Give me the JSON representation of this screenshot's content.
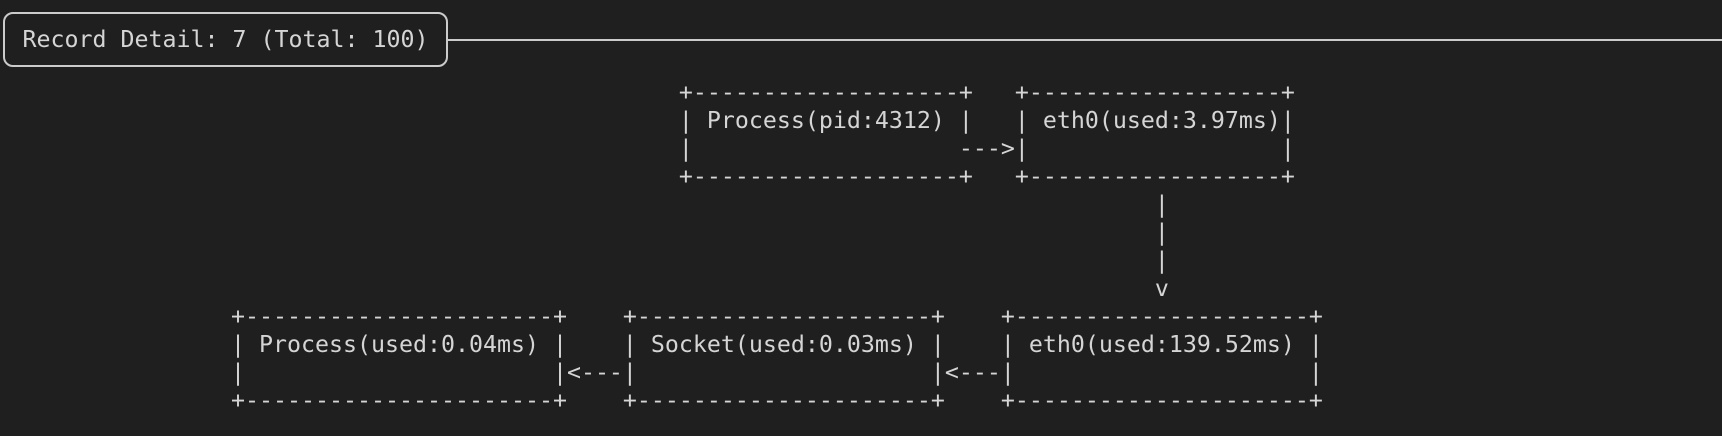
{
  "window": {
    "background_color": "#1f1f1f",
    "foreground_color": "#d5d5d5",
    "border_color": "#cbcbcb"
  },
  "panel": {
    "title": "Record Detail: 7 (Total: 100)",
    "record_index": 7,
    "record_total": 100
  },
  "diagram": {
    "ascii": "                                +-------------------+   +------------------+\n                                | Process(pid:4312) |   | eth0(used:3.97ms)|\n                                |                   --->|                  |\n                                +-------------------+   +------------------+\n                                                                  |\n                                                                  |\n                                                                  |\n                                                                  v\n+----------------------+    +---------------------+    +---------------------+\n| Process(used:0.04ms) |    | Socket(used:0.03ms) |    | eth0(used:139.52ms) |\n|                      |<---|                     |<---|                     |\n+----------------------+    +---------------------+    +---------------------+",
    "nodes": [
      {
        "id": "process-top",
        "label": "Process(pid:4312)"
      },
      {
        "id": "eth0-top",
        "label": "eth0(used:3.97ms)"
      },
      {
        "id": "process-bottom",
        "label": "Process(used:0.04ms)"
      },
      {
        "id": "socket-bottom",
        "label": "Socket(used:0.03ms)"
      },
      {
        "id": "eth0-bottom",
        "label": "eth0(used:139.52ms)"
      }
    ],
    "edges": [
      {
        "from": "Process(pid:4312)",
        "to": "eth0(used:3.97ms)",
        "direction": "right"
      },
      {
        "from": "eth0(used:3.97ms)",
        "to": "eth0(used:139.52ms)",
        "direction": "down"
      },
      {
        "from": "eth0(used:139.52ms)",
        "to": "Socket(used:0.03ms)",
        "direction": "left"
      },
      {
        "from": "Socket(used:0.03ms)",
        "to": "Process(used:0.04ms)",
        "direction": "left"
      }
    ]
  }
}
